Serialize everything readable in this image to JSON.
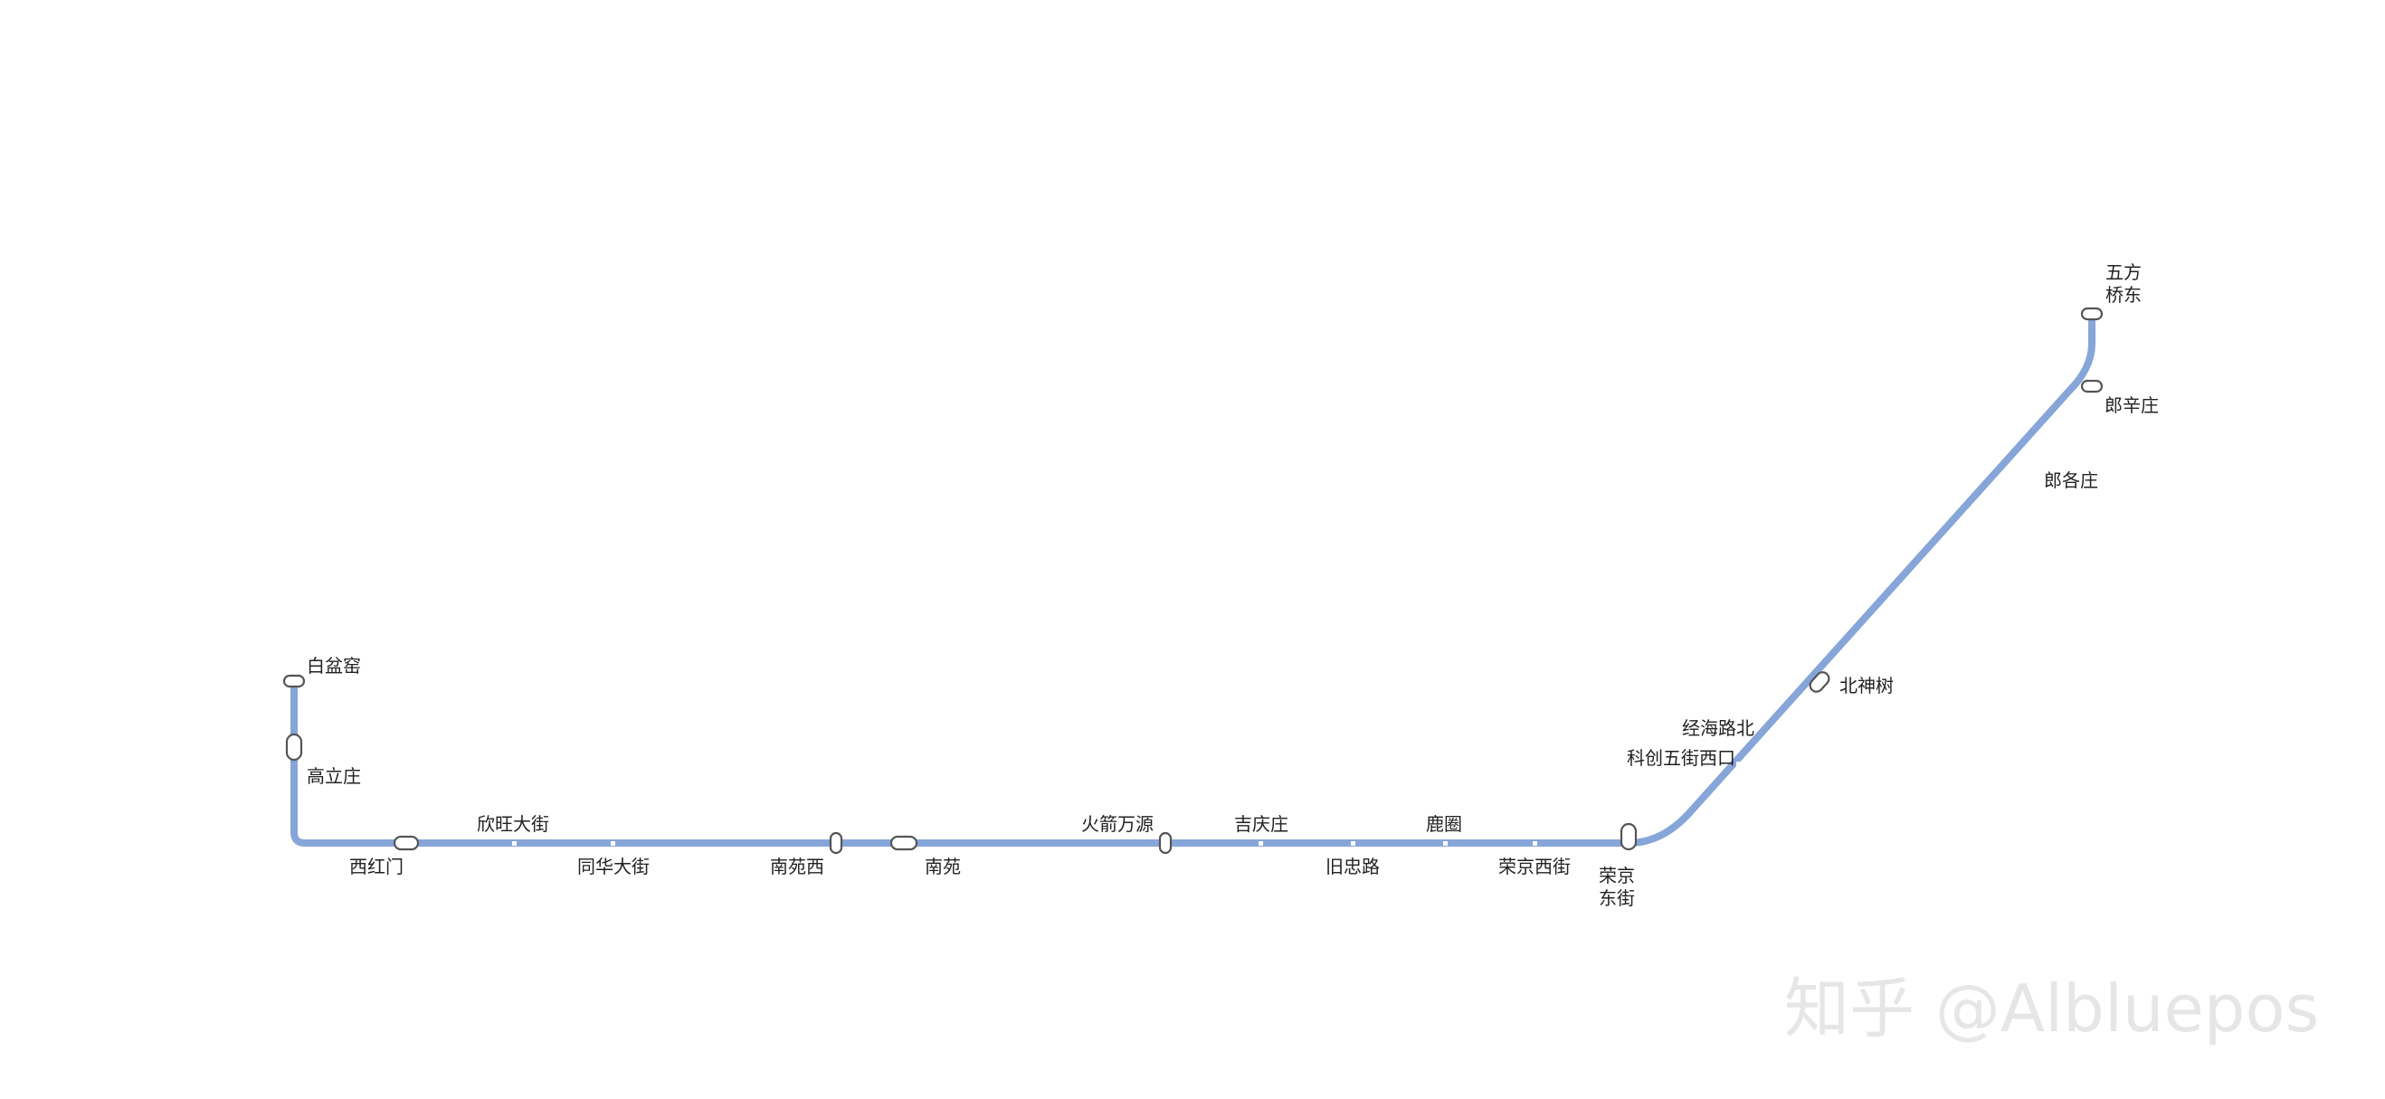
{
  "line": {
    "color": "#86a5d8"
  },
  "stations": [
    {
      "id": "baipenyao",
      "name": [
        "白盆窑"
      ],
      "kind": "interchange"
    },
    {
      "id": "gaolizhuang",
      "name": [
        "高立庄"
      ],
      "kind": "interchange"
    },
    {
      "id": "xihongmen",
      "name": [
        "西红门"
      ],
      "kind": "interchange"
    },
    {
      "id": "xinwangdajie",
      "name": [
        "欣旺大街"
      ],
      "kind": "station"
    },
    {
      "id": "tonghuadajie",
      "name": [
        "同华大街"
      ],
      "kind": "station"
    },
    {
      "id": "nanyuanxi",
      "name": [
        "南苑西"
      ],
      "kind": "interchange"
    },
    {
      "id": "nanyuan",
      "name": [
        "南苑"
      ],
      "kind": "interchange"
    },
    {
      "id": "huojianwanyuan",
      "name": [
        "火箭万源"
      ],
      "kind": "interchange"
    },
    {
      "id": "jiqingzhuang",
      "name": [
        "吉庆庄"
      ],
      "kind": "station"
    },
    {
      "id": "jiuzhonglu",
      "name": [
        "旧忠路"
      ],
      "kind": "station"
    },
    {
      "id": "luquan",
      "name": [
        "鹿圈"
      ],
      "kind": "station"
    },
    {
      "id": "rongjingxijie",
      "name": [
        "荣京西街"
      ],
      "kind": "station"
    },
    {
      "id": "rongjingdongjie",
      "name": [
        "荣京",
        "东街"
      ],
      "kind": "interchange"
    },
    {
      "id": "kechuangwujiexikou",
      "name": [
        "科创五街西口"
      ],
      "kind": "station"
    },
    {
      "id": "jinghailubei",
      "name": [
        "经海路北"
      ],
      "kind": "station"
    },
    {
      "id": "beishenshu",
      "name": [
        "北神树"
      ],
      "kind": "interchange"
    },
    {
      "id": "langgezhuang",
      "name": [
        "郎各庄"
      ],
      "kind": "station"
    },
    {
      "id": "langxinzhuang",
      "name": [
        "郎辛庄"
      ],
      "kind": "interchange"
    },
    {
      "id": "wufangqiaodong",
      "name": [
        "五方",
        "桥东"
      ],
      "kind": "interchange"
    }
  ],
  "watermark": "知乎 @Albluepos"
}
